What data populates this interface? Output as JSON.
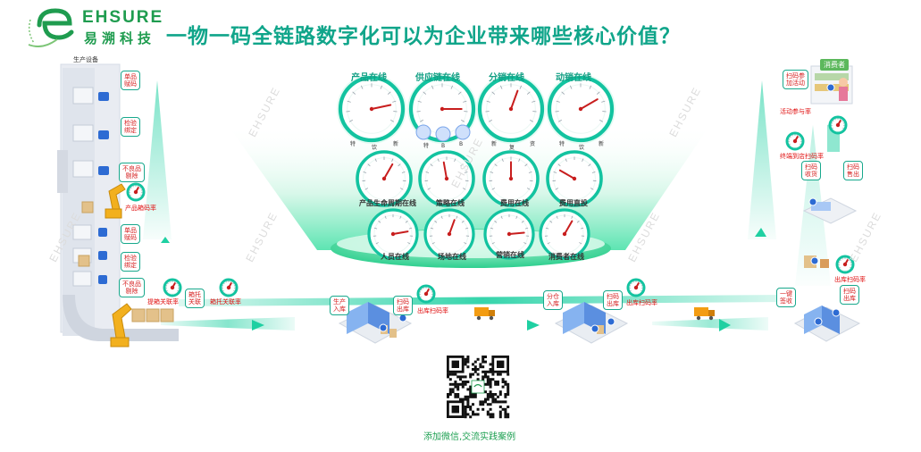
{
  "brand": {
    "name_en": "EHSURE",
    "name_cn": "易溯科技",
    "accent": "#10a58a",
    "brand_green": "#1f9c4f"
  },
  "title": "一物一码全链路数字化可以为企业带来哪些核心价值？",
  "production": {
    "equipment_label": "生产设备",
    "tags": [
      "单品\n赋码",
      "检验\n绑定",
      "不良品\n剔除",
      "单品\n赋码",
      "检验\n绑定",
      "不良品\n剔除"
    ],
    "box_rate": "产品箱码率",
    "case_tag": "箱托\n关联",
    "case_rate": "提箱关联率",
    "pallet_rate": "箱托关联率"
  },
  "warehouses": [
    {
      "in_tag": "生产\n入库",
      "out_tag": "扫码\n出库",
      "rate": "出库扫码率"
    },
    {
      "in_tag": "分仓\n入库",
      "out_tag": "扫码\n出库",
      "rate": "出库扫码率"
    }
  ],
  "terminal": {
    "sign_tag": "一键\n签收",
    "out_tag": "扫码\n出库",
    "out_rate": "出库扫码率",
    "store_tags": [
      "扫码\n收货",
      "扫码\n售出"
    ],
    "store_rate": "终端到店扫码率",
    "consumer_label": "消费者",
    "consumer_tag": "扫码参\n加活动",
    "activity_rate": "活动参与率"
  },
  "dashboard": {
    "lanes": [
      "产品在线",
      "供应链在线",
      "分销在线",
      "动销在线"
    ],
    "lane_ticks": [
      [
        "特",
        "饮",
        "新"
      ],
      [
        "特",
        "B",
        "B"
      ],
      [
        "新",
        "复",
        "资"
      ],
      [
        "特",
        "饮",
        "新"
      ]
    ],
    "row2": [
      "产品生命周期在线",
      "策略在线",
      "费用在线",
      "费用直投"
    ],
    "row3": [
      "人员在线",
      "场地在线",
      "营销在线",
      "消费者在线"
    ]
  },
  "qr_caption": "添加微信,交流实践案例",
  "icons": [
    "ehsure-logo-icon",
    "qr-code-icon",
    "truck-icon",
    "factory-line-icon",
    "robot-arm-icon",
    "warehouse-icon",
    "store-icon",
    "gauge-icon"
  ]
}
